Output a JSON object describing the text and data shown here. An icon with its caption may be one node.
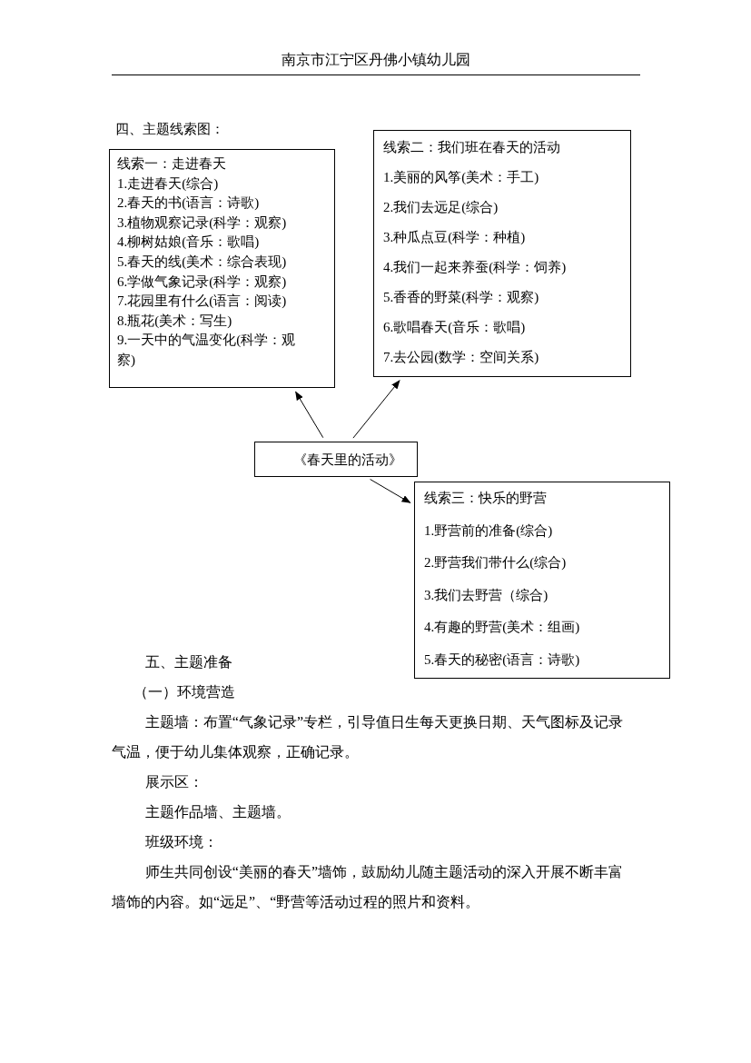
{
  "diagram": {
    "title": "四、主题线索图：",
    "nodes": [
      {
        "text": [
          "线索一：走进春天",
          "1.走进春天(综合)",
          "2.春天的书(语言：诗歌)",
          "3.植物观察记录(科学：观察)",
          "4.柳树姑娘(音乐：歌唱)",
          "5.春天的线(美术：综合表现)",
          "6.学做气象记录(科学：观察)",
          "7.花园里有什么(语言：阅读)",
          "8.瓶花(美术：写生)",
          "9.一天中的气温变化(科学：观察)"
        ]
      },
      {
        "text": [
          "线索二：我们班在春天的活动",
          "1.美丽的风筝(美术：手工)",
          "2.我们去远足(综合)",
          "3.种瓜点豆(科学：种植)",
          "4.我们一起来养蚕(科学：饲养)",
          "5.香香的野菜(科学：观察)",
          "6.歌唱春天(音乐：歌唱)",
          "7.去公园(数学：空间关系)"
        ]
      },
      {
        "text": [
          "《春天里的活动》"
        ]
      },
      {
        "text": [
          "线索三：快乐的野营",
          "1.野营前的准备(综合)",
          "2.野营我们带什么(综合)",
          "3.我们去野营（综合)",
          "4.有趣的野营(美术：组画)",
          "5.春天的秘密(语言：诗歌)"
        ]
      }
    ],
    "edges": [
      {
        "from": 2,
        "to": 0,
        "arrow": "to"
      },
      {
        "from": 2,
        "to": 1,
        "arrow": "to"
      },
      {
        "from": 2,
        "to": 3,
        "arrow": "to"
      }
    ],
    "labels": [
      "南京市江宁区丹佛小镇幼儿园",
      "五、主题准备",
      "（一）环境营造",
      "主题墙：布置“气象记录”专栏，引导值日生每天更换日期、天气图标及记录气温，便于幼儿集体观察，正确记录。",
      "展示区：",
      "主题作品墙、主题墙。",
      "班级环境：",
      "师生共同创设“美丽的春天”墙饰，鼓励幼儿随主题活动的深入开展不断丰富墙饰的内容。如“远足”、“野营等活动过程的照片和资料。"
    ]
  }
}
